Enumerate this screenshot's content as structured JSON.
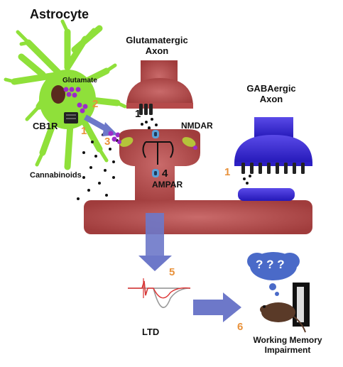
{
  "labels": {
    "astrocyte": "Astrocyte",
    "glutamatergic_axon_line1": "Glutamatergic",
    "glutamatergic_axon_line2": "Axon",
    "gabaergic_axon_line1": "GABAergic",
    "gabaergic_axon_line2": "Axon",
    "glutamate": "Glutamate",
    "cb1r": "CB1R",
    "nmdar": "NMDAR",
    "ampar": "AMPAR",
    "cannabinoids": "Cannabinoids",
    "ltd": "LTD",
    "working_memory_line1": "Working Memory",
    "working_memory_line2": "Impairment",
    "thought_bubble": "? ? ?"
  },
  "steps": {
    "astro_1": "1",
    "astro_2": "2",
    "astro_3": "3",
    "axon_1": "1",
    "ampar_4": "4",
    "gaba_1": "1",
    "ltd_5": "5",
    "memory_6": "6"
  },
  "colors": {
    "astrocyte_green": "#8fe03a",
    "glutamatergic_red": "#b54a4a",
    "gabaergic_blue": "#2c1fc4",
    "arrow_blue": "#6d78c9",
    "glutamate_purple": "#9c2bc9",
    "step_orange": "#e8913a"
  }
}
